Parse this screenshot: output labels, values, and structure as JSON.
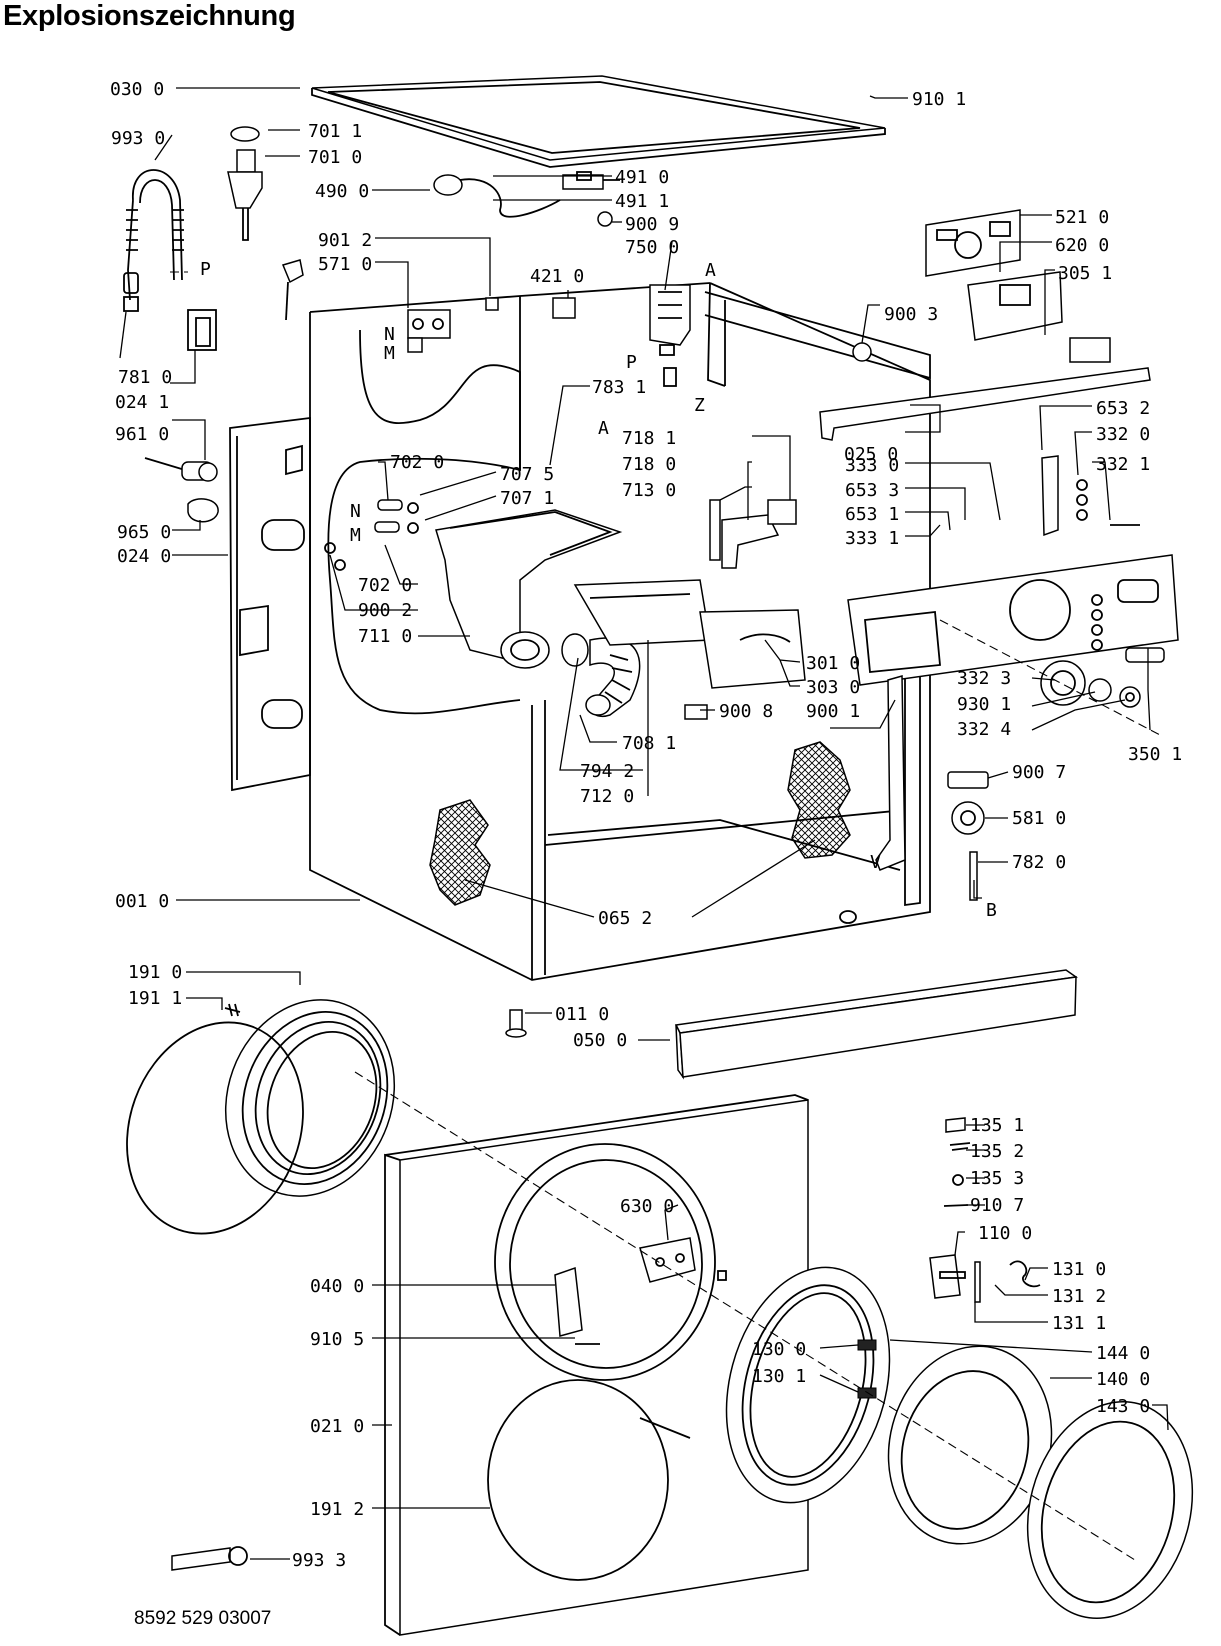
{
  "title": "Explosionszeichnung",
  "document_number": "8592 529 03007",
  "callouts": [
    {
      "id": "c0300",
      "text": "030 0"
    },
    {
      "id": "c9101",
      "text": "910 1"
    },
    {
      "id": "c9930",
      "text": "993 0"
    },
    {
      "id": "c7011",
      "text": "701 1"
    },
    {
      "id": "c7010",
      "text": "701 0"
    },
    {
      "id": "c4900",
      "text": "490 0"
    },
    {
      "id": "c4910",
      "text": "491 0"
    },
    {
      "id": "c4911",
      "text": "491 1"
    },
    {
      "id": "c9009",
      "text": "900 9"
    },
    {
      "id": "c7500",
      "text": "750 0"
    },
    {
      "id": "c5210",
      "text": "521 0"
    },
    {
      "id": "c6200",
      "text": "620 0"
    },
    {
      "id": "c3051",
      "text": "305 1"
    },
    {
      "id": "c9012",
      "text": "901 2"
    },
    {
      "id": "c5710",
      "text": "571 0"
    },
    {
      "id": "c4210",
      "text": "421 0"
    },
    {
      "id": "c9003",
      "text": "900 3"
    },
    {
      "id": "c7810",
      "text": "781 0"
    },
    {
      "id": "c0241",
      "text": "024 1"
    },
    {
      "id": "c7831",
      "text": "783 1"
    },
    {
      "id": "c9610",
      "text": "961 0"
    },
    {
      "id": "c0250",
      "text": "025 0"
    },
    {
      "id": "c6532",
      "text": "653 2"
    },
    {
      "id": "c3320",
      "text": "332 0"
    },
    {
      "id": "c7181",
      "text": "718 1"
    },
    {
      "id": "c7180",
      "text": "718 0"
    },
    {
      "id": "c7130",
      "text": "713 0"
    },
    {
      "id": "c3330",
      "text": "333 0"
    },
    {
      "id": "c6533",
      "text": "653 3"
    },
    {
      "id": "c3321",
      "text": "332 1"
    },
    {
      "id": "c6531",
      "text": "653 1"
    },
    {
      "id": "c3331",
      "text": "333 1"
    },
    {
      "id": "c7020a",
      "text": "702 0"
    },
    {
      "id": "c7075",
      "text": "707 5"
    },
    {
      "id": "c7071",
      "text": "707 1"
    },
    {
      "id": "c9650",
      "text": "965 0"
    },
    {
      "id": "c0240",
      "text": "024 0"
    },
    {
      "id": "c7020b",
      "text": "702 0"
    },
    {
      "id": "c9002",
      "text": "900 2"
    },
    {
      "id": "c7110",
      "text": "711 0"
    },
    {
      "id": "c3010",
      "text": "301 0"
    },
    {
      "id": "c3030",
      "text": "303 0"
    },
    {
      "id": "c9008",
      "text": "900 8"
    },
    {
      "id": "c9001",
      "text": "900 1"
    },
    {
      "id": "c3323",
      "text": "332 3"
    },
    {
      "id": "c9301",
      "text": "930 1"
    },
    {
      "id": "c3324",
      "text": "332 4"
    },
    {
      "id": "c3501",
      "text": "350 1"
    },
    {
      "id": "c7081",
      "text": "708 1"
    },
    {
      "id": "c7942",
      "text": "794 2"
    },
    {
      "id": "c7120",
      "text": "712 0"
    },
    {
      "id": "c9007",
      "text": "900 7"
    },
    {
      "id": "c5810",
      "text": "581 0"
    },
    {
      "id": "c7820",
      "text": "782 0"
    },
    {
      "id": "c0010",
      "text": "001 0"
    },
    {
      "id": "c0652",
      "text": "065 2"
    },
    {
      "id": "c1910",
      "text": "191 0"
    },
    {
      "id": "c1911",
      "text": "191 1"
    },
    {
      "id": "c0110",
      "text": "011 0"
    },
    {
      "id": "c0500",
      "text": "050 0"
    },
    {
      "id": "c1351",
      "text": "135 1"
    },
    {
      "id": "c1352",
      "text": "135 2"
    },
    {
      "id": "c1353",
      "text": "135 3"
    },
    {
      "id": "c9107",
      "text": "910 7"
    },
    {
      "id": "c1100",
      "text": "110 0"
    },
    {
      "id": "c6300",
      "text": "630 0"
    },
    {
      "id": "c0400",
      "text": "040 0"
    },
    {
      "id": "c1310",
      "text": "131 0"
    },
    {
      "id": "c1312",
      "text": "131 2"
    },
    {
      "id": "c1311",
      "text": "131 1"
    },
    {
      "id": "c9105",
      "text": "910 5"
    },
    {
      "id": "c1300",
      "text": "130 0"
    },
    {
      "id": "c1301",
      "text": "130 1"
    },
    {
      "id": "c1440",
      "text": "144 0"
    },
    {
      "id": "c1400",
      "text": "140 0"
    },
    {
      "id": "c0210",
      "text": "021 0"
    },
    {
      "id": "c1430",
      "text": "143 0"
    },
    {
      "id": "c1912",
      "text": "191 2"
    },
    {
      "id": "c9933",
      "text": "993 3"
    }
  ],
  "letter_marks": [
    {
      "id": "P1",
      "text": "P"
    },
    {
      "id": "A1",
      "text": "A"
    },
    {
      "id": "P2",
      "text": "P"
    },
    {
      "id": "Z1",
      "text": "Z"
    },
    {
      "id": "N1",
      "text": "N"
    },
    {
      "id": "M1",
      "text": "M"
    },
    {
      "id": "A2",
      "text": "A"
    },
    {
      "id": "N2",
      "text": "N"
    },
    {
      "id": "M2",
      "text": "M"
    },
    {
      "id": "B1",
      "text": "B"
    },
    {
      "id": "V1",
      "text": "V"
    }
  ]
}
